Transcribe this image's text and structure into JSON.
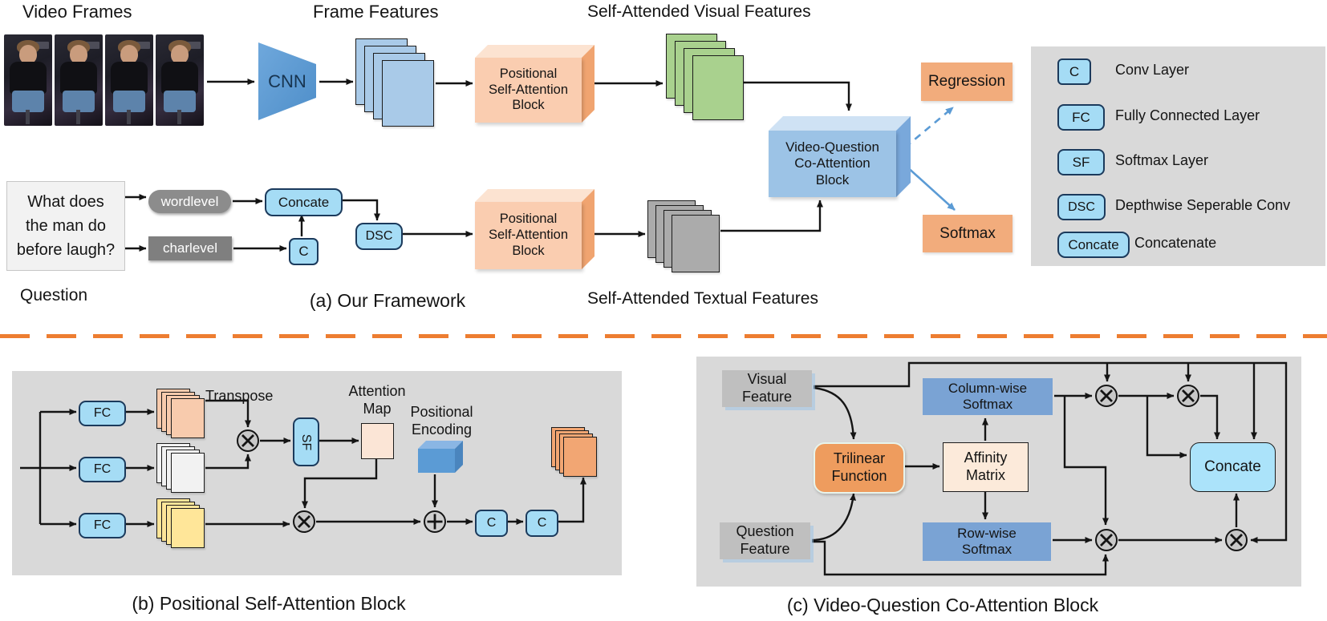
{
  "colors": {
    "accent_orange": "#ED7D31",
    "peach_block": "#FACDB0",
    "blue_block": "#9CC3E6",
    "light_cyan_box": "#A5DCF5",
    "green_cards": "#A9D18E",
    "gray_panel": "#D9D9D9",
    "arrow_blue": "#5B9BD5"
  },
  "framework": {
    "video_frames_label": "Video Frames",
    "frame_features_label": "Frame Features",
    "visual_features_label": "Self-Attended Visual Features",
    "textual_features_label": "Self-Attended Textual Features",
    "caption": "(a) Our Framework",
    "cnn": "CNN",
    "psa_block": "Positional\nSelf-Attention\nBlock",
    "vq_block": "Video-Question\nCo-Attention\nBlock",
    "regression": "Regression",
    "softmax": "Softmax",
    "question_text": "What does\nthe man do\nbefore laugh?",
    "question_label": "Question",
    "wordlevel": "wordlevel",
    "charlevel": "charlevel",
    "concate": "Concate",
    "conv": "C",
    "dsc": "DSC"
  },
  "legend": {
    "items": [
      {
        "badge": "C",
        "label": "Conv Layer"
      },
      {
        "badge": "FC",
        "label": "Fully Connected Layer"
      },
      {
        "badge": "SF",
        "label": "Softmax Layer"
      },
      {
        "badge": "DSC",
        "label": "Depthwise Seperable Conv"
      },
      {
        "badge": "Concate",
        "label": "Concatenate"
      }
    ]
  },
  "psa_detail": {
    "caption": "(b) Positional Self-Attention Block",
    "fc": "FC",
    "sf": "SF",
    "conv": "C",
    "transpose": "Transpose",
    "attention_map": "Attention\nMap",
    "positional_encoding": "Positional\nEncoding"
  },
  "coattention_detail": {
    "caption": "(c) Video-Question Co-Attention Block",
    "visual_feature": "Visual\nFeature",
    "question_feature": "Question\nFeature",
    "trilinear": "Trilinear\nFunction",
    "affinity": "Affinity\nMatrix",
    "column_softmax": "Column-wise\nSoftmax",
    "row_softmax": "Row-wise\nSoftmax",
    "concate": "Concate"
  }
}
